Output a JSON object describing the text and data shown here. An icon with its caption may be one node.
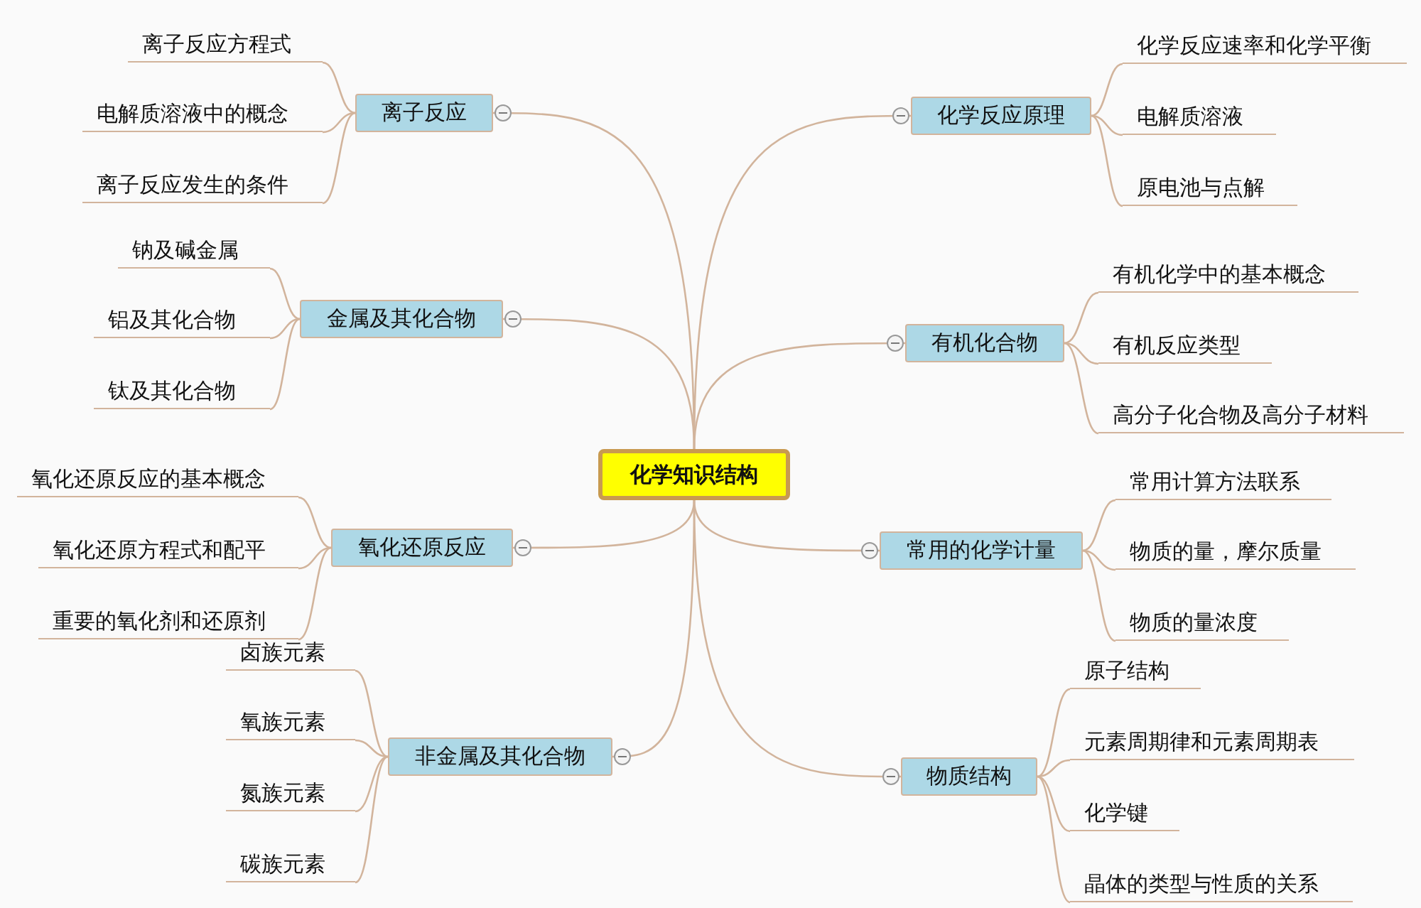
{
  "diagram": {
    "nodes": [
      {
        "text": [
          "化学知识结构"
        ]
      },
      {
        "text": [
          "离子反应"
        ]
      },
      {
        "text": [
          "离子反应方程式"
        ]
      },
      {
        "text": [
          "电解质溶液中的概念"
        ]
      },
      {
        "text": [
          "离子反应发生的条件"
        ]
      },
      {
        "text": [
          "金属及其化合物"
        ]
      },
      {
        "text": [
          "钠及碱金属"
        ]
      },
      {
        "text": [
          "铝及其化合物"
        ]
      },
      {
        "text": [
          "钛及其化合物"
        ]
      },
      {
        "text": [
          "氧化还原反应"
        ]
      },
      {
        "text": [
          "氧化还原反应的基本概念"
        ]
      },
      {
        "text": [
          "氧化还原方程式和配平"
        ]
      },
      {
        "text": [
          "重要的氧化剂和还原剂"
        ]
      },
      {
        "text": [
          "非金属及其化合物"
        ]
      },
      {
        "text": [
          "卤族元素"
        ]
      },
      {
        "text": [
          "氧族元素"
        ]
      },
      {
        "text": [
          "氮族元素"
        ]
      },
      {
        "text": [
          "碳族元素"
        ]
      },
      {
        "text": [
          "化学反应原理"
        ]
      },
      {
        "text": [
          "化学反应速率和化学平衡"
        ]
      },
      {
        "text": [
          "电解质溶液"
        ]
      },
      {
        "text": [
          "原电池与点解"
        ]
      },
      {
        "text": [
          "有机化合物"
        ]
      },
      {
        "text": [
          "有机化学中的基本概念"
        ]
      },
      {
        "text": [
          "有机反应类型"
        ]
      },
      {
        "text": [
          "高分子化合物及高分子材料"
        ]
      },
      {
        "text": [
          "常用的化学计量"
        ]
      },
      {
        "text": [
          "常用计算方法联系"
        ]
      },
      {
        "text": [
          "物质的量，摩尔质量"
        ]
      },
      {
        "text": [
          "物质的量浓度"
        ]
      },
      {
        "text": [
          "物质结构"
        ]
      },
      {
        "text": [
          "原子结构"
        ]
      },
      {
        "text": [
          "元素周期律和元素周期表"
        ]
      },
      {
        "text": [
          "化学键"
        ]
      },
      {
        "text": [
          "晶体的类型与性质的关系"
        ]
      }
    ],
    "edges": [
      {
        "from": 0,
        "to": 1,
        "arrow": "none"
      },
      {
        "from": 1,
        "to": 2,
        "arrow": "none"
      },
      {
        "from": 1,
        "to": 3,
        "arrow": "none"
      },
      {
        "from": 1,
        "to": 4,
        "arrow": "none"
      },
      {
        "from": 0,
        "to": 5,
        "arrow": "none"
      },
      {
        "from": 5,
        "to": 6,
        "arrow": "none"
      },
      {
        "from": 5,
        "to": 7,
        "arrow": "none"
      },
      {
        "from": 5,
        "to": 8,
        "arrow": "none"
      },
      {
        "from": 0,
        "to": 9,
        "arrow": "none"
      },
      {
        "from": 9,
        "to": 10,
        "arrow": "none"
      },
      {
        "from": 9,
        "to": 11,
        "arrow": "none"
      },
      {
        "from": 9,
        "to": 12,
        "arrow": "none"
      },
      {
        "from": 0,
        "to": 13,
        "arrow": "none"
      },
      {
        "from": 13,
        "to": 14,
        "arrow": "none"
      },
      {
        "from": 13,
        "to": 15,
        "arrow": "none"
      },
      {
        "from": 13,
        "to": 16,
        "arrow": "none"
      },
      {
        "from": 13,
        "to": 17,
        "arrow": "none"
      },
      {
        "from": 0,
        "to": 18,
        "arrow": "none"
      },
      {
        "from": 18,
        "to": 19,
        "arrow": "none"
      },
      {
        "from": 18,
        "to": 20,
        "arrow": "none"
      },
      {
        "from": 18,
        "to": 21,
        "arrow": "none"
      },
      {
        "from": 0,
        "to": 22,
        "arrow": "none"
      },
      {
        "from": 22,
        "to": 23,
        "arrow": "none"
      },
      {
        "from": 22,
        "to": 24,
        "arrow": "none"
      },
      {
        "from": 22,
        "to": 25,
        "arrow": "none"
      },
      {
        "from": 0,
        "to": 26,
        "arrow": "none"
      },
      {
        "from": 26,
        "to": 27,
        "arrow": "none"
      },
      {
        "from": 26,
        "to": 28,
        "arrow": "none"
      },
      {
        "from": 26,
        "to": 29,
        "arrow": "none"
      },
      {
        "from": 0,
        "to": 30,
        "arrow": "none"
      },
      {
        "from": 30,
        "to": 31,
        "arrow": "none"
      },
      {
        "from": 30,
        "to": 32,
        "arrow": "none"
      },
      {
        "from": 30,
        "to": 33,
        "arrow": "none"
      },
      {
        "from": 30,
        "to": 34,
        "arrow": "none"
      }
    ]
  }
}
